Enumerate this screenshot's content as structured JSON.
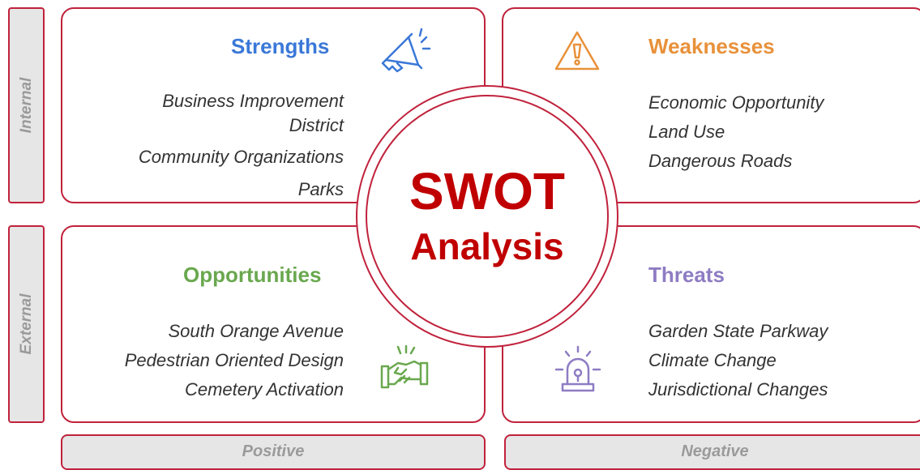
{
  "center": {
    "line1": "SWOT",
    "line2": "Analysis"
  },
  "axes": {
    "internal": "Internal",
    "external": "External",
    "positive": "Positive",
    "negative": "Negative"
  },
  "strengths": {
    "title": "Strengths",
    "items": [
      "Business Improvement",
      "District",
      "Community Organizations",
      "Parks"
    ]
  },
  "weaknesses": {
    "title": "Weaknesses",
    "items": [
      "Economic Opportunity",
      "Land Use",
      "Dangerous Roads"
    ]
  },
  "opportunities": {
    "title": "Opportunities",
    "items": [
      "South Orange Avenue",
      "Pedestrian Oriented Design",
      "Cemetery Activation"
    ]
  },
  "threats": {
    "title": "Threats",
    "items": [
      "Garden State Parkway",
      "Climate Change",
      "Jurisdictional Changes"
    ]
  },
  "icons": {
    "strengths": "megaphone-icon",
    "weaknesses": "warning-icon",
    "opportunities": "handshake-icon",
    "threats": "alarm-siren-icon"
  },
  "colors": {
    "border": "#c0223c",
    "center_text": "#c00000",
    "strengths": "#3b78d8",
    "weaknesses": "#e8913a",
    "opportunities": "#6aa84f",
    "threats": "#8e7cc3",
    "axis_fill": "#e6e6e6",
    "axis_text": "#9a9a9a"
  }
}
